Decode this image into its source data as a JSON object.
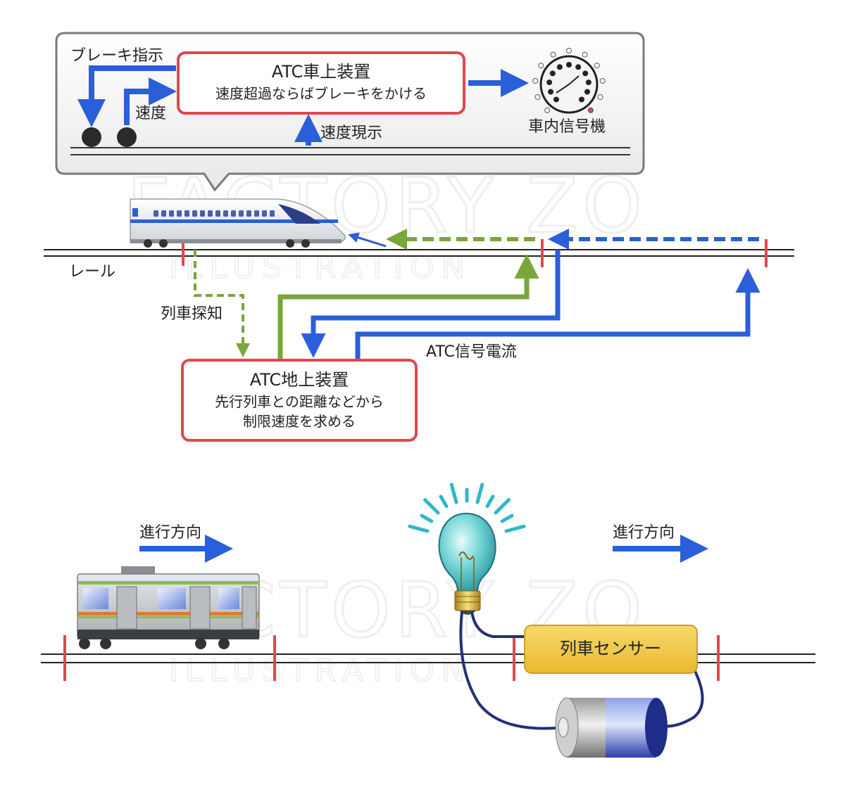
{
  "callout": {
    "brake_label": "ブレーキ指示",
    "speed_label": "速度",
    "speed_display_label": "速度現示",
    "onboard_title": "ATC車上装置",
    "onboard_sub": "速度超過ならばブレーキをかける",
    "cab_signal_label": "車内信号機"
  },
  "track": {
    "rail_label": "レール",
    "detect_label": "列車探知",
    "signal_current_label": "ATC信号電流"
  },
  "ground": {
    "title": "ATC地上装置",
    "line1": "先行列車との距離などから",
    "line2": "制限速度を求める"
  },
  "bottom": {
    "direction_left": "進行方向",
    "direction_right": "進行方向",
    "sensor_label": "列車センサー"
  },
  "watermark": {
    "main": "FACTORY ZO",
    "sub": "ILLUSTRATION"
  },
  "colors": {
    "blue": "#2b5fd9",
    "green": "#7aa63a",
    "red_box": "#e0484f",
    "sensor": "#f2c94c"
  }
}
